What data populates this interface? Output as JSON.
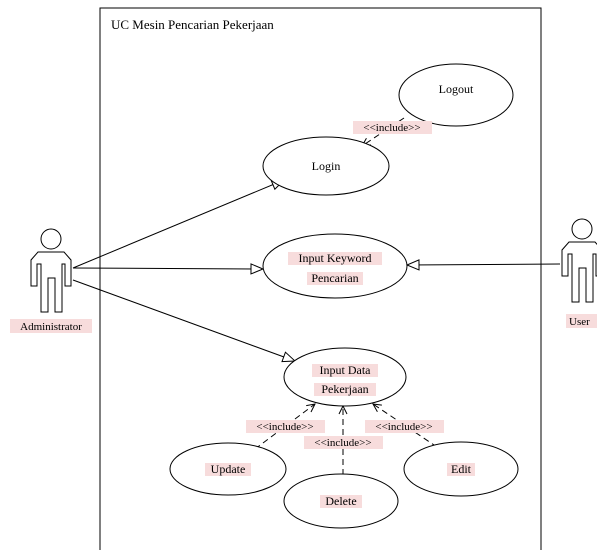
{
  "system_boundary": {
    "title": "UC Mesin Pencarian Pekerjaan"
  },
  "actors": {
    "administrator": {
      "name": "Administrator"
    },
    "user": {
      "name": "User"
    }
  },
  "use_cases": {
    "logout": {
      "lines": [
        "Logout"
      ]
    },
    "login": {
      "lines": [
        "Login"
      ]
    },
    "input_keyword": {
      "lines": [
        "Input Keyword",
        "Pencarian"
      ]
    },
    "input_data": {
      "lines": [
        "Input Data",
        "Pekerjaan"
      ]
    },
    "update": {
      "lines": [
        "Update"
      ]
    },
    "delete": {
      "lines": [
        "Delete"
      ]
    },
    "edit": {
      "lines": [
        "Edit"
      ]
    }
  },
  "relations": {
    "login_logout": "<<include>>",
    "update_include": "<<include>>",
    "delete_include": "<<include>>",
    "edit_include": "<<include>>"
  },
  "colors": {
    "line": "#000000",
    "label_highlight": "#f7dcdc",
    "background": "#ffffff"
  }
}
